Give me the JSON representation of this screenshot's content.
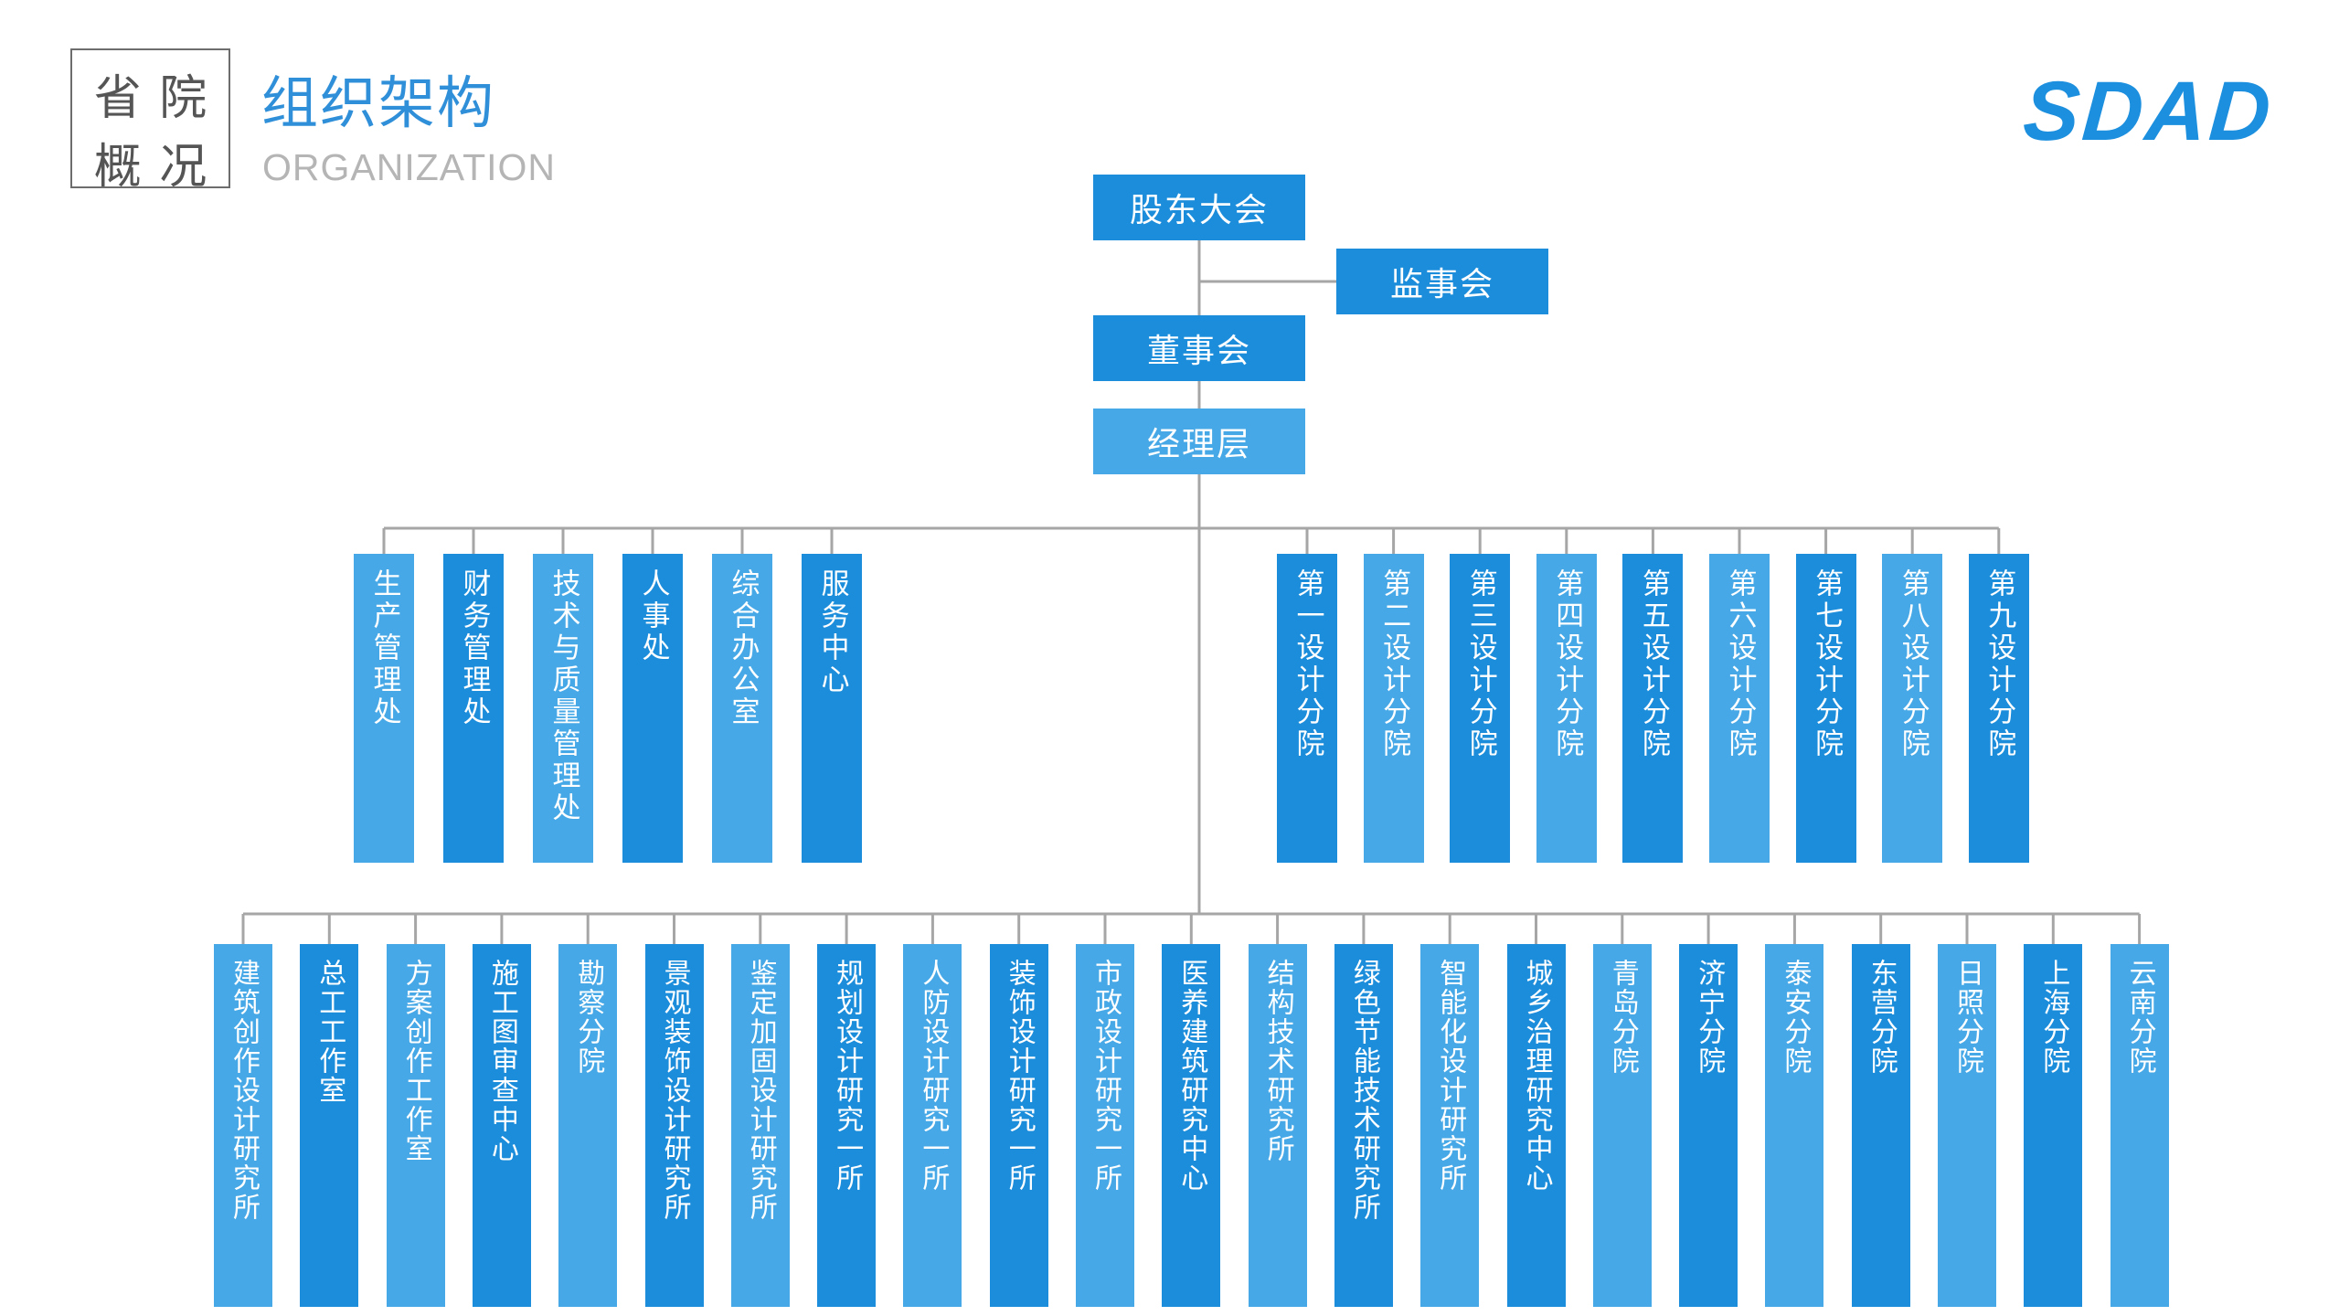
{
  "header": {
    "corner_chars": [
      "省",
      "院",
      "概",
      "况"
    ],
    "title": "组织架构",
    "subtitle": "ORGANIZATION",
    "logo": "SDAD"
  },
  "colors": {
    "dark": "#1b8ddb",
    "light": "#46a8e6",
    "line": "#a6a6a6"
  },
  "top": {
    "shareholders": "股东大会",
    "supervisors": "监事会",
    "board": "董事会",
    "management": "经理层"
  },
  "departments": [
    "生产管理处",
    "财务管理处",
    "技术与质量管理处",
    "人事处",
    "综合办公室",
    "服务中心"
  ],
  "branches": [
    "第一设计分院",
    "第二设计分院",
    "第三设计分院",
    "第四设计分院",
    "第五设计分院",
    "第六设计分院",
    "第七设计分院",
    "第八设计分院",
    "第九设计分院"
  ],
  "units": [
    "建筑创作设计研究所",
    "总工工作室",
    "方案创作工作室",
    "施工图审查中心",
    "勘察分院",
    "景观装饰设计研究所",
    "鉴定加固设计研究所",
    "规划设计研究一所",
    "人防设计研究一所",
    "装饰设计研究一所",
    "市政设计研究一所",
    "医养建筑研究中心",
    "结构技术研究所",
    "绿色节能技术研究所",
    "智能化设计研究所",
    "城乡治理研究中心",
    "青岛分院",
    "济宁分院",
    "泰安分院",
    "东营分院",
    "日照分院",
    "上海分院",
    "云南分院"
  ]
}
